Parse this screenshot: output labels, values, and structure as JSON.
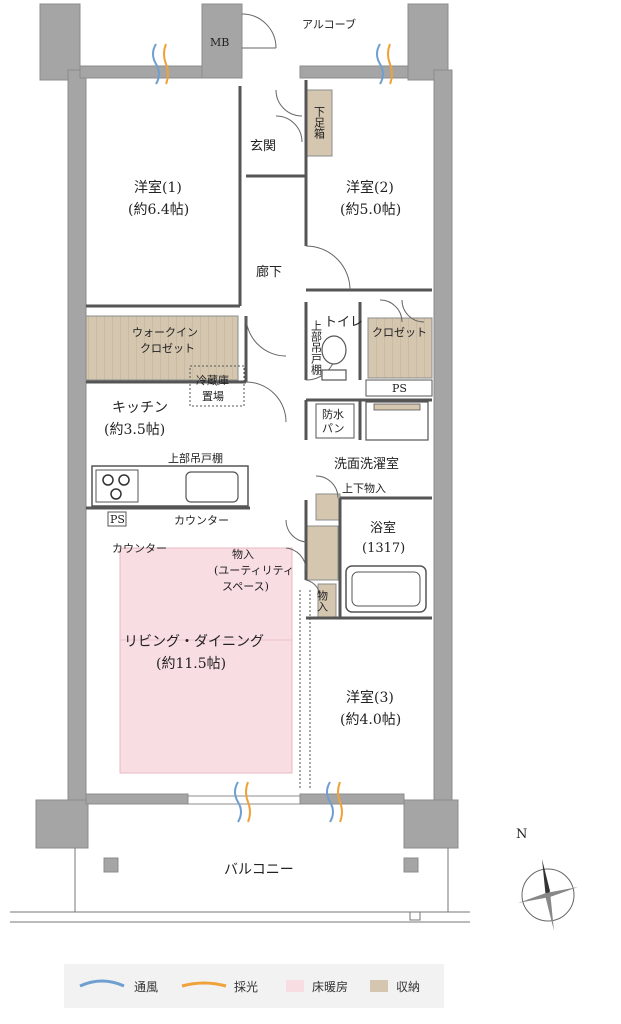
{
  "colors": {
    "wall": "#a5a5a5",
    "wall_dark": "#8c8c8c",
    "line": "#555555",
    "floor_heating": "#f8dde3",
    "storage": "#d5c6b0",
    "storage_line": "#b9a78d",
    "wind": "#6f9fd0",
    "light": "#f0a23a",
    "legend_bg": "#f2f2f2"
  },
  "rooms": {
    "mb": "MB",
    "alcove": "アルコーブ",
    "genkan": "玄関",
    "shoe_box": "下足箱",
    "western1_name": "洋室(1)",
    "western1_size": "(約6.4帖)",
    "western2_name": "洋室(2)",
    "western2_size": "(約5.0帖)",
    "corridor": "廊下",
    "walkin_1": "ウォークイン",
    "walkin_2": "クロゼット",
    "upper_cabinet_vertical": "上部吊戸棚",
    "toilet": "トイレ",
    "closet": "クロゼット",
    "fridge_1": "冷蔵庫",
    "fridge_2": "置場",
    "ps": "PS",
    "kitchen_name": "キッチン",
    "kitchen_size": "(約3.5帖)",
    "waterproof_1": "防水",
    "waterproof_2": "パン",
    "washroom": "洗面洗濯室",
    "upper_cabinet": "上部吊戸棚",
    "upper_lower_storage": "上下物入",
    "counter": "カウンター",
    "bath_name": "浴室",
    "bath_size": "(1317)",
    "ps2": "PS",
    "counter2": "カウンター",
    "storage_utility_1": "物入",
    "storage_utility_2": "(ユーティリティ",
    "storage_utility_3": "スペース)",
    "storage_small": "物入",
    "living_name": "リビング・ダイニング",
    "living_size": "(約11.5帖)",
    "western3_name": "洋室(3)",
    "western3_size": "(約4.0帖)",
    "balcony": "バルコニー"
  },
  "compass": {
    "north_label": "N"
  },
  "legend": [
    {
      "label": "通風",
      "icon": "wind-icon"
    },
    {
      "label": "採光",
      "icon": "light-icon"
    },
    {
      "label": "床暖房",
      "icon": "floor-heating-swatch"
    },
    {
      "label": "収納",
      "icon": "storage-swatch"
    }
  ]
}
